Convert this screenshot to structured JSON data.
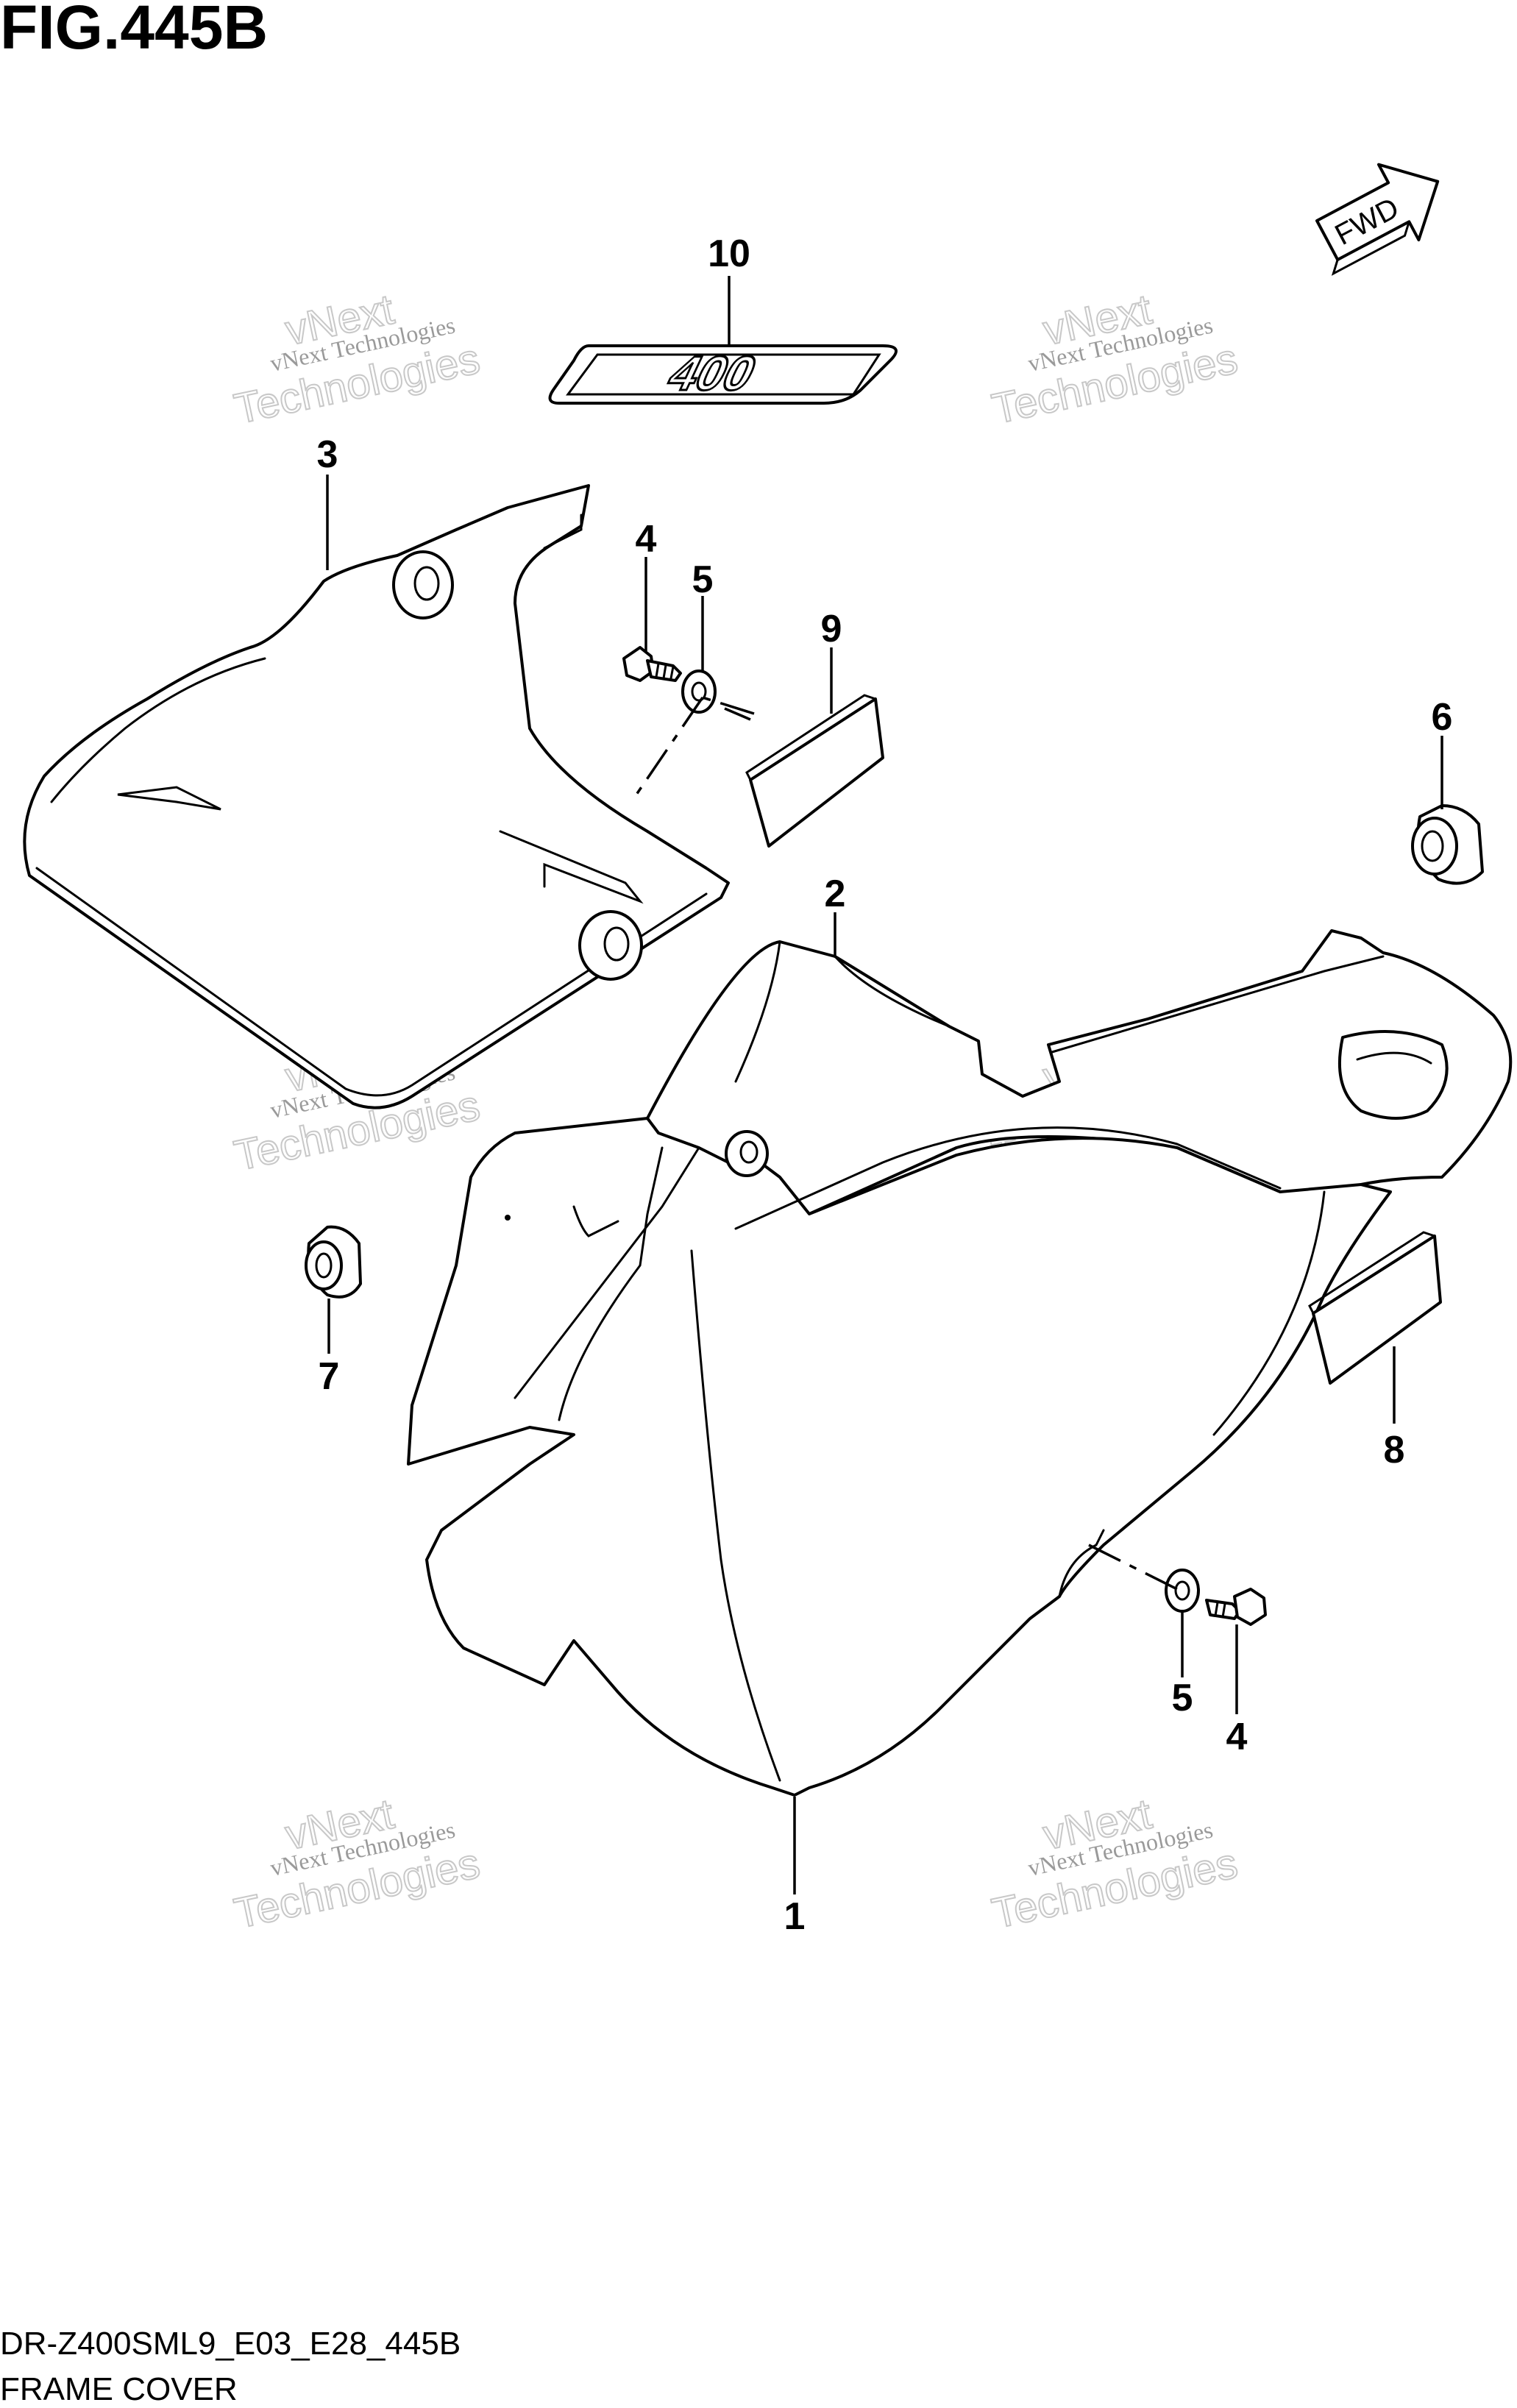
{
  "figure": {
    "title": "FIG.445B",
    "model_code": "DR-Z400SML9_E03_E28_445B",
    "caption": "FRAME COVER"
  },
  "fwd_label": "FWD",
  "emblem_text": "400",
  "watermark": {
    "line1": "vNext Technologies",
    "line2": "vNext",
    "line3": "Technologies"
  },
  "callouts": [
    {
      "id": "c1",
      "label": "1"
    },
    {
      "id": "c2",
      "label": "2"
    },
    {
      "id": "c3",
      "label": "3"
    },
    {
      "id": "c4a",
      "label": "4"
    },
    {
      "id": "c4b",
      "label": "4"
    },
    {
      "id": "c5a",
      "label": "5"
    },
    {
      "id": "c5b",
      "label": "5"
    },
    {
      "id": "c6",
      "label": "6"
    },
    {
      "id": "c7",
      "label": "7"
    },
    {
      "id": "c8",
      "label": "8"
    },
    {
      "id": "c9",
      "label": "9"
    },
    {
      "id": "c10",
      "label": "10"
    }
  ],
  "colors": {
    "ink": "#000000",
    "watermark": "#9a9a9a",
    "background": "#ffffff"
  }
}
